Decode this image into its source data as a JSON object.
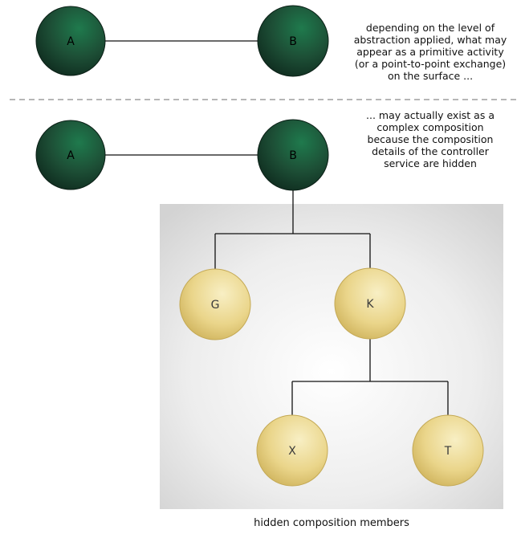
{
  "colors": {
    "primitive_node": "#1f5a3e",
    "member_node": "#e6cf7a",
    "line": "#111111",
    "divider": "#8a8a8a",
    "panel": "#dcdcdc"
  },
  "top_section": {
    "node_a": "A",
    "node_b": "B",
    "caption_lines": [
      "depending on the level of",
      "abstraction applied, what may",
      "appear as a primitive activity",
      "(or a point-to-point exchange)",
      "on the surface ..."
    ]
  },
  "bottom_section": {
    "node_a": "A",
    "node_b": "B",
    "caption_lines": [
      "... may actually exist as a",
      "complex composition",
      "because the composition",
      "details of the controller",
      "service are hidden"
    ],
    "members": {
      "g": "G",
      "k": "K",
      "x": "X",
      "t": "T"
    },
    "panel_caption": "hidden composition members"
  }
}
